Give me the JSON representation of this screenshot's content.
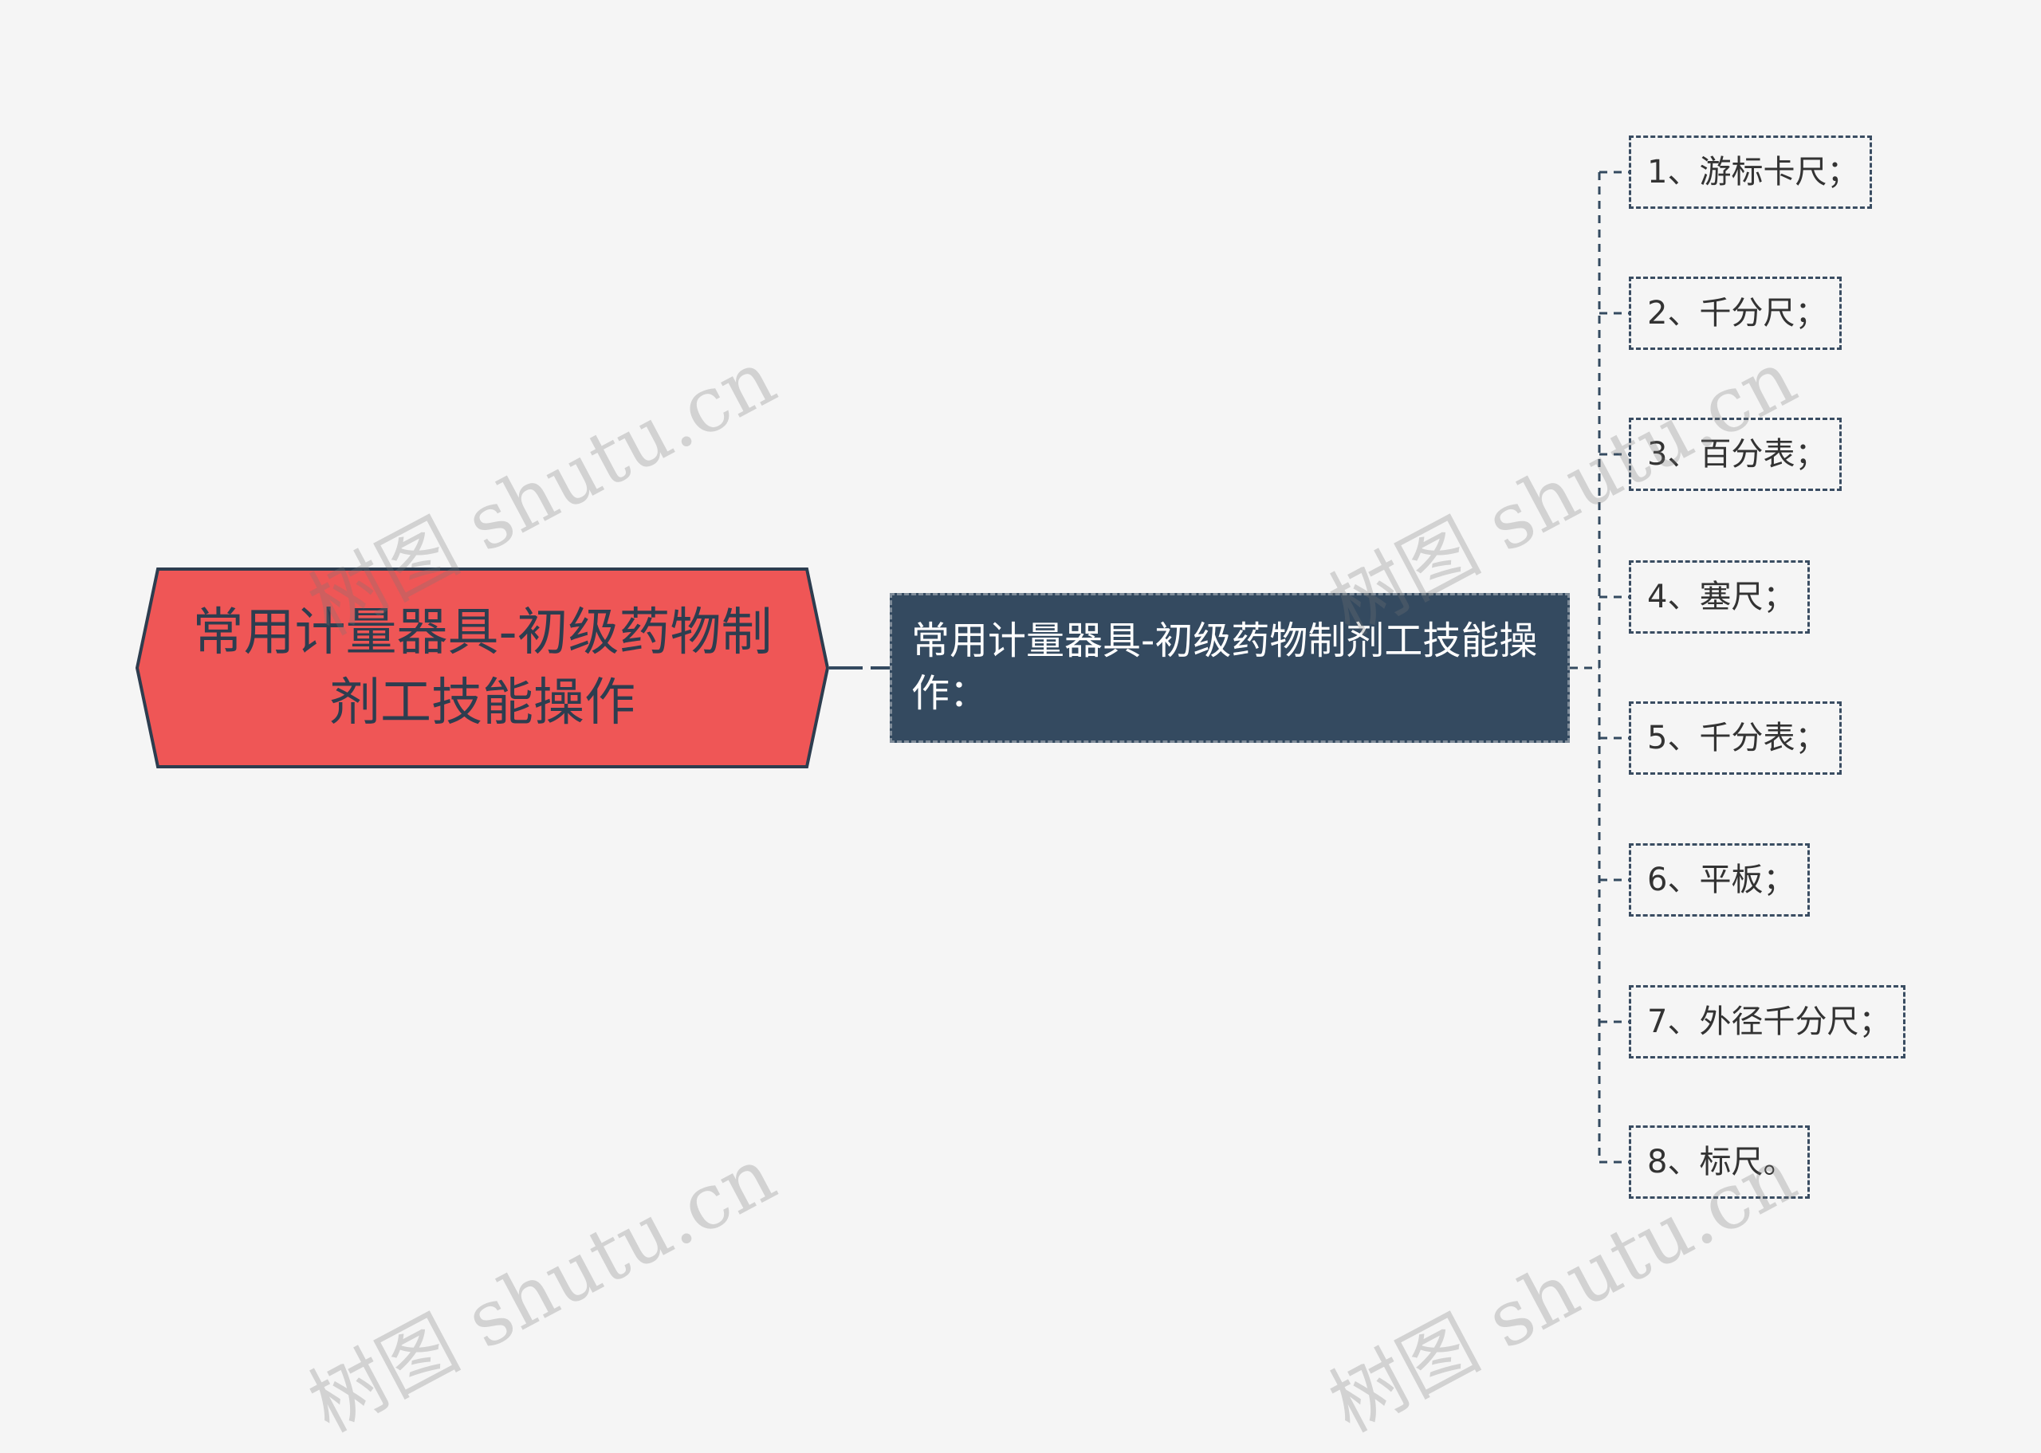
{
  "root": {
    "label": "常用计量器具-初级药物制剂工技能操作"
  },
  "branch": {
    "label": "常用计量器具-初级药物制剂工技能操作："
  },
  "leaves": [
    {
      "label": "1、游标卡尺；"
    },
    {
      "label": "2、千分尺；"
    },
    {
      "label": "3、百分表；"
    },
    {
      "label": "4、塞尺；"
    },
    {
      "label": "5、千分表；"
    },
    {
      "label": "6、平板；"
    },
    {
      "label": "7、外径千分尺；"
    },
    {
      "label": "8、标尺。"
    }
  ],
  "watermark": {
    "text": "树图 shutu.cn"
  },
  "colors": {
    "root_fill": "#ef5656",
    "root_stroke": "#2d3d4f",
    "branch_fill": "#344a60",
    "connector": "#344a60",
    "background": "#f5f5f5"
  }
}
